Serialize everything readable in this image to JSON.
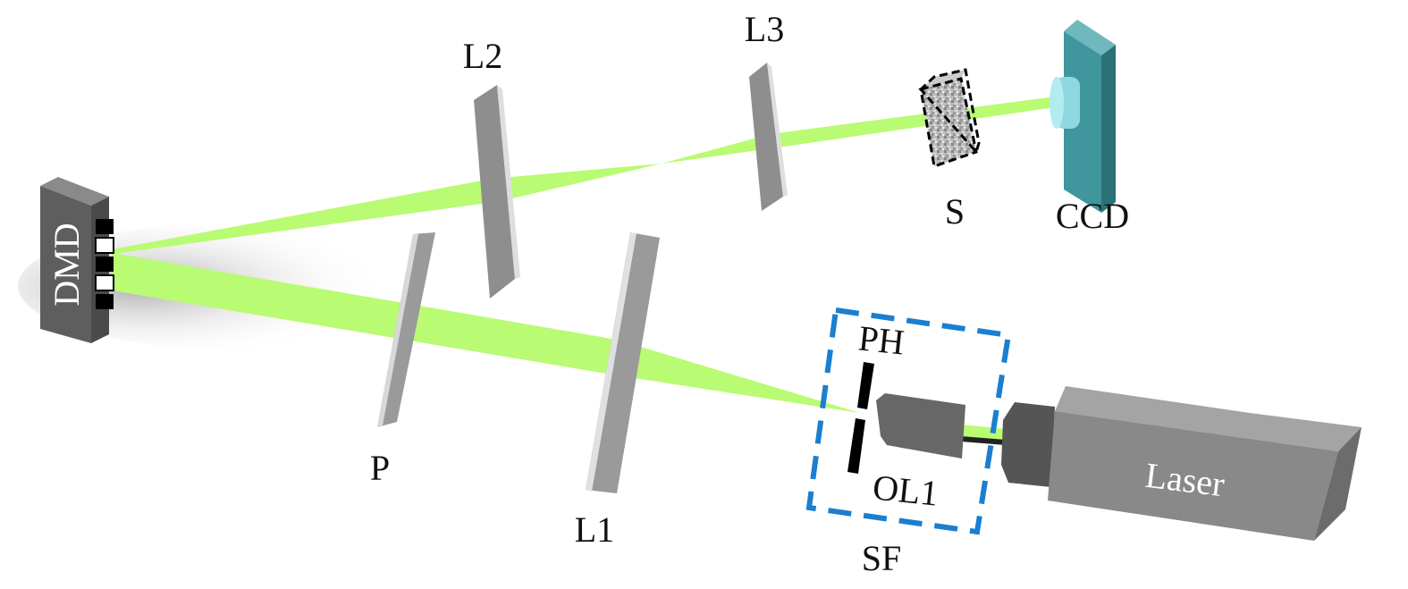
{
  "title": "Optical setup",
  "labels": {
    "dmd": "DMD",
    "l1": "L1",
    "l2": "L2",
    "l3": "L3",
    "p": "P",
    "s": "S",
    "ccd": "CCD",
    "ph": "PH",
    "ol1": "OL1",
    "sf": "SF",
    "laser": "Laser"
  },
  "colors": {
    "beam": "#b9fb72",
    "lens": "#8e8e8e",
    "ccd": "#3f969c",
    "sf_box": "#1a7fd0"
  }
}
